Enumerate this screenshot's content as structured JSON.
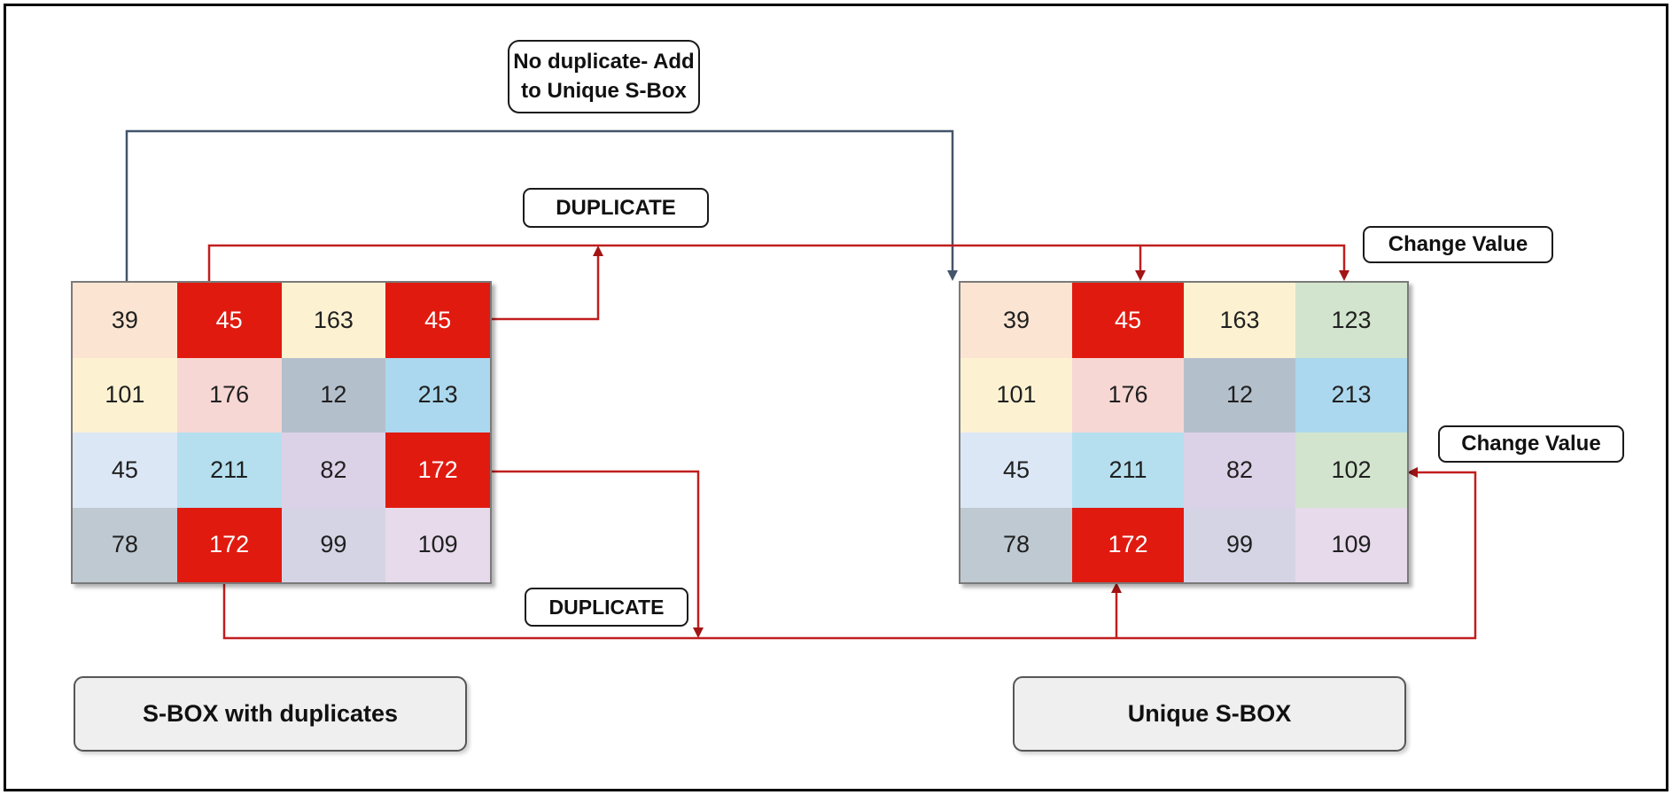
{
  "colors": {
    "red_line": "#C11E1E",
    "red_arrow": "#A31414",
    "navy_line": "#44546A",
    "navy_arrow": "#44546A"
  },
  "annotations": {
    "no_duplicate": "No duplicate- Add\nto Unique S-Box",
    "duplicate_top": "DUPLICATE",
    "duplicate_bottom": "DUPLICATE",
    "change_value_top": "Change Value",
    "change_value_right": "Change Value"
  },
  "left_grid": {
    "caption": "S-BOX with duplicates",
    "rows": [
      [
        {
          "value": "39",
          "bg": "#FBE5D2",
          "fg": "#202020"
        },
        {
          "value": "45",
          "bg": "#E11A10",
          "fg": "#FFFFFF"
        },
        {
          "value": "163",
          "bg": "#FCF2D2",
          "fg": "#202020"
        },
        {
          "value": "45",
          "bg": "#E11A10",
          "fg": "#FFFFFF"
        }
      ],
      [
        {
          "value": "101",
          "bg": "#FCF2D2",
          "fg": "#202020"
        },
        {
          "value": "176",
          "bg": "#F7D7D4",
          "fg": "#202020"
        },
        {
          "value": "12",
          "bg": "#B4BFCC",
          "fg": "#202020"
        },
        {
          "value": "213",
          "bg": "#ABD8EE",
          "fg": "#202020"
        }
      ],
      [
        {
          "value": "45",
          "bg": "#DCE7F6",
          "fg": "#202020"
        },
        {
          "value": "211",
          "bg": "#B5DFEE",
          "fg": "#202020"
        },
        {
          "value": "82",
          "bg": "#DCD2E7",
          "fg": "#202020"
        },
        {
          "value": "172",
          "bg": "#E11A10",
          "fg": "#FFFFFF"
        }
      ],
      [
        {
          "value": "78",
          "bg": "#BFC9D2",
          "fg": "#202020"
        },
        {
          "value": "172",
          "bg": "#E11A10",
          "fg": "#FFFFFF"
        },
        {
          "value": "99",
          "bg": "#D5D4E5",
          "fg": "#202020"
        },
        {
          "value": "109",
          "bg": "#E6DAEB",
          "fg": "#202020"
        }
      ]
    ]
  },
  "right_grid": {
    "caption": "Unique S-BOX",
    "rows": [
      [
        {
          "value": "39",
          "bg": "#FBE5D2",
          "fg": "#202020"
        },
        {
          "value": "45",
          "bg": "#E11A10",
          "fg": "#FFFFFF"
        },
        {
          "value": "163",
          "bg": "#FCF2D2",
          "fg": "#202020"
        },
        {
          "value": "123",
          "bg": "#D2E4CD",
          "fg": "#202020"
        }
      ],
      [
        {
          "value": "101",
          "bg": "#FCF2D2",
          "fg": "#202020"
        },
        {
          "value": "176",
          "bg": "#F7D7D4",
          "fg": "#202020"
        },
        {
          "value": "12",
          "bg": "#B4BFCC",
          "fg": "#202020"
        },
        {
          "value": "213",
          "bg": "#ABD8EE",
          "fg": "#202020"
        }
      ],
      [
        {
          "value": "45",
          "bg": "#DCE7F6",
          "fg": "#202020"
        },
        {
          "value": "211",
          "bg": "#B5DFEE",
          "fg": "#202020"
        },
        {
          "value": "82",
          "bg": "#DCD2E7",
          "fg": "#202020"
        },
        {
          "value": "102",
          "bg": "#D2E4CD",
          "fg": "#202020"
        }
      ],
      [
        {
          "value": "78",
          "bg": "#BFC9D2",
          "fg": "#202020"
        },
        {
          "value": "172",
          "bg": "#E11A10",
          "fg": "#FFFFFF"
        },
        {
          "value": "99",
          "bg": "#D5D4E5",
          "fg": "#202020"
        },
        {
          "value": "109",
          "bg": "#E6DAEB",
          "fg": "#202020"
        }
      ]
    ]
  }
}
